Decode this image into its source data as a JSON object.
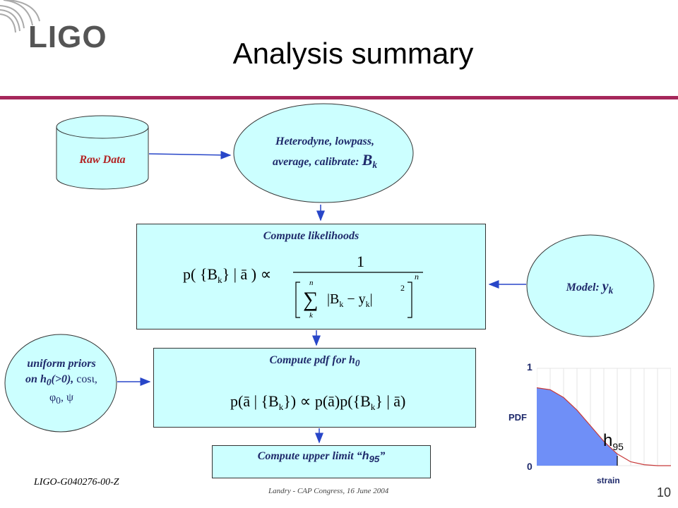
{
  "header": {
    "logo_text": "LIGO",
    "title": "Analysis summary"
  },
  "nodes": {
    "raw_data": "Raw Data",
    "heterodyne": {
      "line1": "Heterodyne, lowpass,",
      "line2": "average, calibrate:",
      "symbol": "B",
      "subscript": "k"
    },
    "likelihoods": {
      "title": "Compute likelihoods",
      "formula": {
        "lhs": "p( {B",
        "lhs_sub": "k",
        "lhs_rest": "} | ā ) ∝",
        "numerator": "1",
        "sum_top": "n",
        "sum_bottom": "k",
        "inner": "|B",
        "inner_sub1": "k",
        "inner_mid": " − y",
        "inner_sub2": "k",
        "inner_end": "|",
        "inner_power": "2",
        "outer_power": "n"
      }
    },
    "model": {
      "prefix": "Model:",
      "symbol": "y",
      "subscript": "k"
    },
    "priors": {
      "line1": "uniform priors",
      "line2_prefix": "on h",
      "line2_sub": "0",
      "line2_rest": "(>0),",
      "line2_tail": "cosι,",
      "line3": "φ",
      "line3_sub": "0",
      "line3_rest": ", ψ"
    },
    "pdf": {
      "title_prefix": "Compute pdf for h",
      "title_sub": "0",
      "formula_left": "p(ā | {B",
      "formula_sub1": "k",
      "formula_mid": "}) ∝ p(ā)p({B",
      "formula_sub2": "k",
      "formula_end": "} | ā)"
    },
    "upper_limit": {
      "prefix": "Compute upper limit “",
      "h": "h",
      "sub": "95",
      "suffix": "”"
    }
  },
  "chart_data": {
    "type": "area",
    "ylabel": "PDF",
    "xlabel": "strain",
    "ylim": [
      0,
      1
    ],
    "yticks": [
      "1",
      "0"
    ],
    "annotation": {
      "text": "h",
      "sub": "95"
    },
    "x": [
      0,
      0.1,
      0.2,
      0.3,
      0.4,
      0.5,
      0.6,
      0.7,
      0.8,
      0.9,
      1.0
    ],
    "values": [
      0.8,
      0.78,
      0.7,
      0.57,
      0.41,
      0.25,
      0.12,
      0.04,
      0.01,
      0.0,
      0.0
    ],
    "shaded_until_x": 0.6,
    "colors": {
      "fill": "#6f8ff7",
      "line": "#c83a3a"
    },
    "grid": true
  },
  "footer": {
    "doc_id": "LIGO-G040276-00-Z",
    "center": "Landry - CAP Congress, 16 June 2004",
    "page": "10"
  }
}
